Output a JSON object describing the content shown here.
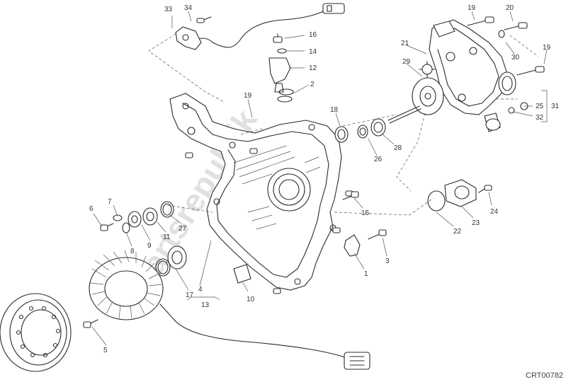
{
  "diagram": {
    "drawing_code": "CRT00782",
    "watermark": "partsrepublik",
    "callouts": [
      {
        "id": "c1",
        "label": "1"
      },
      {
        "id": "c2",
        "label": "2"
      },
      {
        "id": "c3",
        "label": "3"
      },
      {
        "id": "c4",
        "label": "4"
      },
      {
        "id": "c5",
        "label": "5"
      },
      {
        "id": "c6",
        "label": "6"
      },
      {
        "id": "c7",
        "label": "7"
      },
      {
        "id": "c8",
        "label": "8"
      },
      {
        "id": "c9",
        "label": "9"
      },
      {
        "id": "c10",
        "label": "10"
      },
      {
        "id": "c11",
        "label": "11"
      },
      {
        "id": "c12",
        "label": "12"
      },
      {
        "id": "c13",
        "label": "13"
      },
      {
        "id": "c14",
        "label": "14"
      },
      {
        "id": "c15",
        "label": "15"
      },
      {
        "id": "c16",
        "label": "16"
      },
      {
        "id": "c17",
        "label": "17"
      },
      {
        "id": "c18",
        "label": "18"
      },
      {
        "id": "c19a",
        "label": "19"
      },
      {
        "id": "c19b",
        "label": "19"
      },
      {
        "id": "c19c",
        "label": "19"
      },
      {
        "id": "c20",
        "label": "20"
      },
      {
        "id": "c21",
        "label": "21"
      },
      {
        "id": "c22",
        "label": "22"
      },
      {
        "id": "c23",
        "label": "23"
      },
      {
        "id": "c24",
        "label": "24"
      },
      {
        "id": "c25",
        "label": "25"
      },
      {
        "id": "c26",
        "label": "26"
      },
      {
        "id": "c27",
        "label": "27"
      },
      {
        "id": "c28",
        "label": "28"
      },
      {
        "id": "c29",
        "label": "29"
      },
      {
        "id": "c30",
        "label": "30"
      },
      {
        "id": "c31",
        "label": "31"
      },
      {
        "id": "c32",
        "label": "32"
      },
      {
        "id": "c33",
        "label": "33"
      },
      {
        "id": "c34",
        "label": "34"
      }
    ]
  }
}
